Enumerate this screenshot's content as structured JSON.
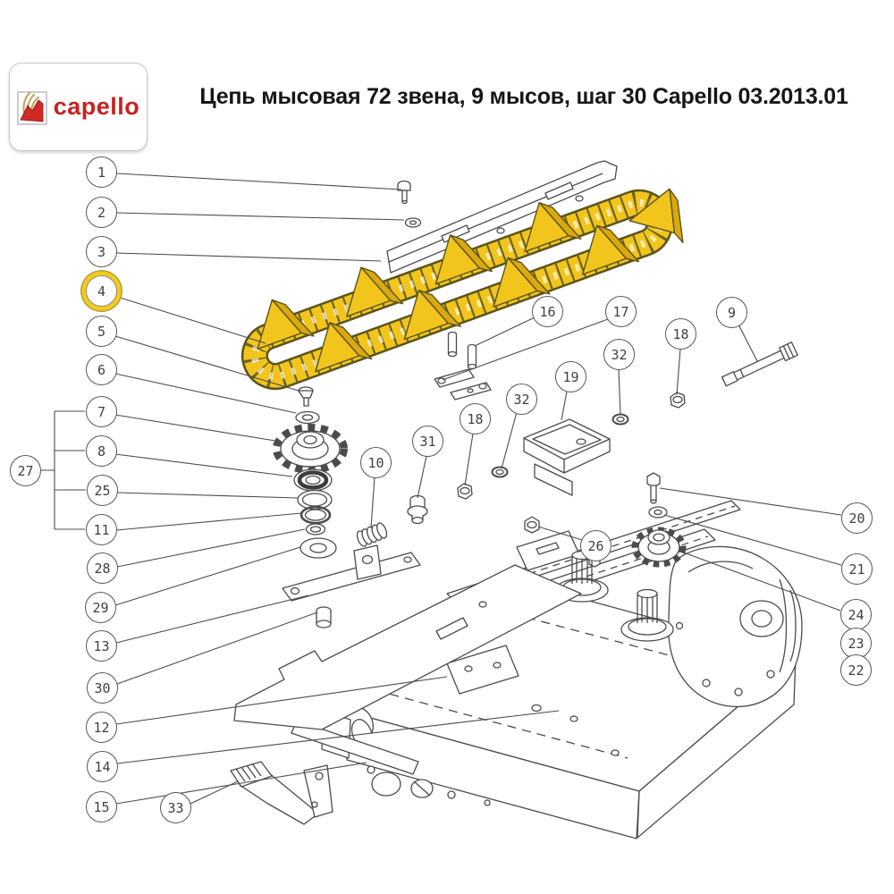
{
  "header": {
    "title": "Цепь мысовая 72 звена, 9 мысов, шаг 30 Capello 03.2013.01"
  },
  "logo": {
    "brand": "capello"
  },
  "diagram": {
    "type": "exploded-parts-diagram",
    "callouts": {
      "items": [
        "1",
        "2",
        "3",
        "4",
        "5",
        "6",
        "7",
        "8",
        "25",
        "11",
        "28",
        "29",
        "13",
        "30",
        "12",
        "14",
        "15",
        "27",
        "33",
        "10",
        "31",
        "18",
        "32",
        "19",
        "32",
        "16",
        "17",
        "18",
        "9",
        "26",
        "20",
        "21",
        "24",
        "23",
        "22"
      ]
    },
    "highlighted_callout": "4"
  },
  "colors": {
    "chain_yellow": "#F2C51D",
    "chain_outline": "#5a531c",
    "lug_side": "#D9A90F",
    "line_color": "#4B4B4B",
    "logo_red": "#C8221F",
    "highlight_ring": "#F2CB1D"
  }
}
